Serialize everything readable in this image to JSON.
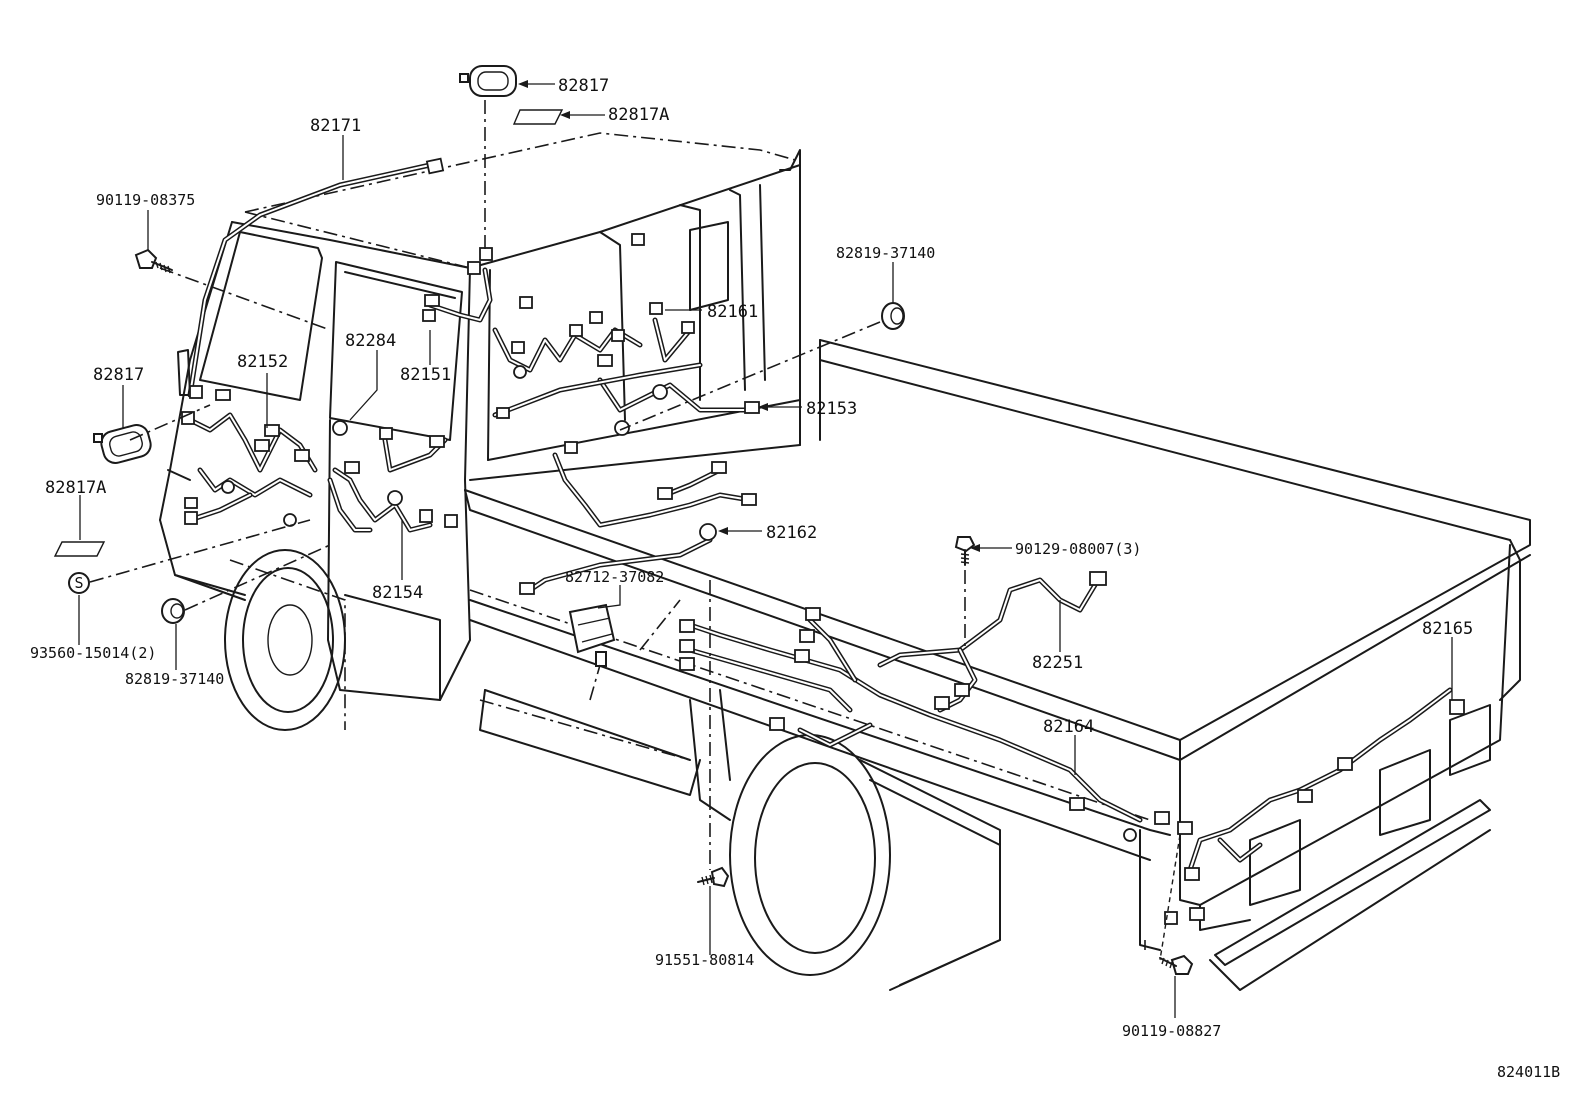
{
  "callouts": {
    "c82817_top": "82817",
    "c82817A_top": "82817A",
    "c82171": "82171",
    "c90119_08375": "90119-08375",
    "c82819_37140_right": "82819-37140",
    "c82161": "82161",
    "c82284": "82284",
    "c82152": "82152",
    "c82151": "82151",
    "c82817_left": "82817",
    "c82153": "82153",
    "c82817A_left": "82817A",
    "c82162": "82162",
    "c90129_08007": "90129-08007(3)",
    "c82712_37082": "82712-37082",
    "c82154": "82154",
    "c93560_15014": "93560-15014(2)",
    "c82819_37140_left": "82819-37140",
    "c82251": "82251",
    "c82165": "82165",
    "c82164": "82164",
    "c91551_80814": "91551-80814",
    "c90119_08827": "90119-08827"
  },
  "figure_code": "824011B",
  "grommet_mark": "S"
}
